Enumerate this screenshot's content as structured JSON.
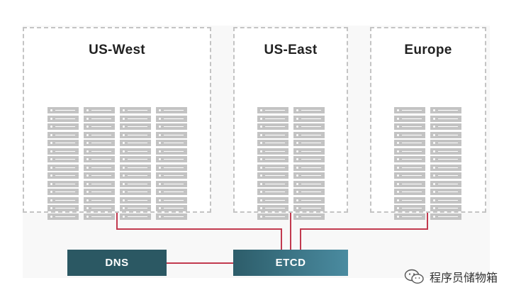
{
  "regions": [
    {
      "name": "US-West",
      "columns": 4,
      "rows": 14
    },
    {
      "name": "US-East",
      "columns": 2,
      "rows": 14
    },
    {
      "name": "Europe",
      "columns": 2,
      "rows": 14
    }
  ],
  "nodes": {
    "dns_label": "DNS",
    "etcd_label": "ETCD"
  },
  "colors": {
    "connector": "#c23a4f",
    "dns_fill": "#2b5863",
    "etcd_fill_start": "#2d5d6a",
    "etcd_fill_end": "#4a8ba0",
    "server": "#c3c3c3",
    "region_border": "#c4c4c4"
  },
  "watermark": {
    "icon": "wechat-icon",
    "text": "程序员储物箱"
  }
}
